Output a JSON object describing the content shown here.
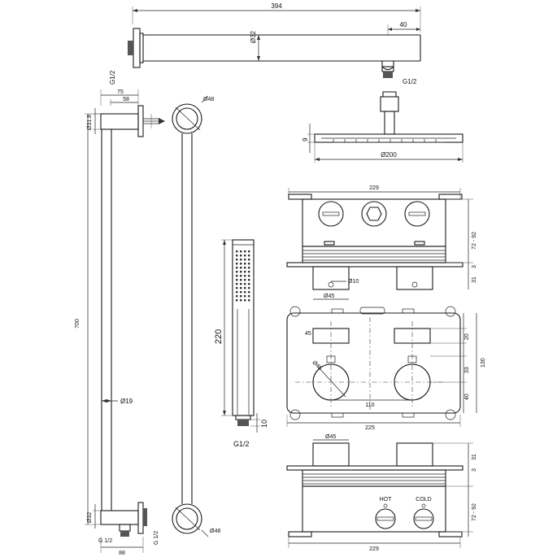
{
  "shower_arm": {
    "length": "394",
    "diameter": "Ø32",
    "end_offset": "40",
    "thread_wall": "G1/2",
    "thread_outlet": "G1/2"
  },
  "head": {
    "height": "9",
    "diameter": "Ø200"
  },
  "rail": {
    "bracket_width": "75",
    "bracket_depth": "58",
    "bracket_dia": "Ø31.8",
    "length": "700",
    "tube_dia": "Ø19",
    "ring_dia_top": "Ø48",
    "ring_dia_bottom": "Ø48",
    "elbow_dia": "Ø32",
    "thread_bottom_left": "G 1/2",
    "thread_bottom_right": "G 1/2",
    "base_width": "88"
  },
  "hand_shower": {
    "length": "220",
    "nozzle": "10",
    "thread": "G1/2"
  },
  "box_top": {
    "width": "229",
    "depth_range": "72 - 92",
    "plate": "3",
    "knob_depth": "31",
    "knob_hole": "Ø10",
    "knob_dia": "Ø45"
  },
  "front": {
    "width": "225",
    "height": "130",
    "knob_size": "45",
    "top_offset": "20",
    "mid_offset": "33",
    "low_offset": "40",
    "spacing": "110",
    "knob_dia": "Ø45"
  },
  "box_bottom": {
    "knob_dia": "Ø45",
    "knob_depth": "31",
    "plate": "3",
    "depth_range": "72 - 92",
    "width": "229",
    "hot_label": "HOT",
    "cold_label": "COLD"
  }
}
